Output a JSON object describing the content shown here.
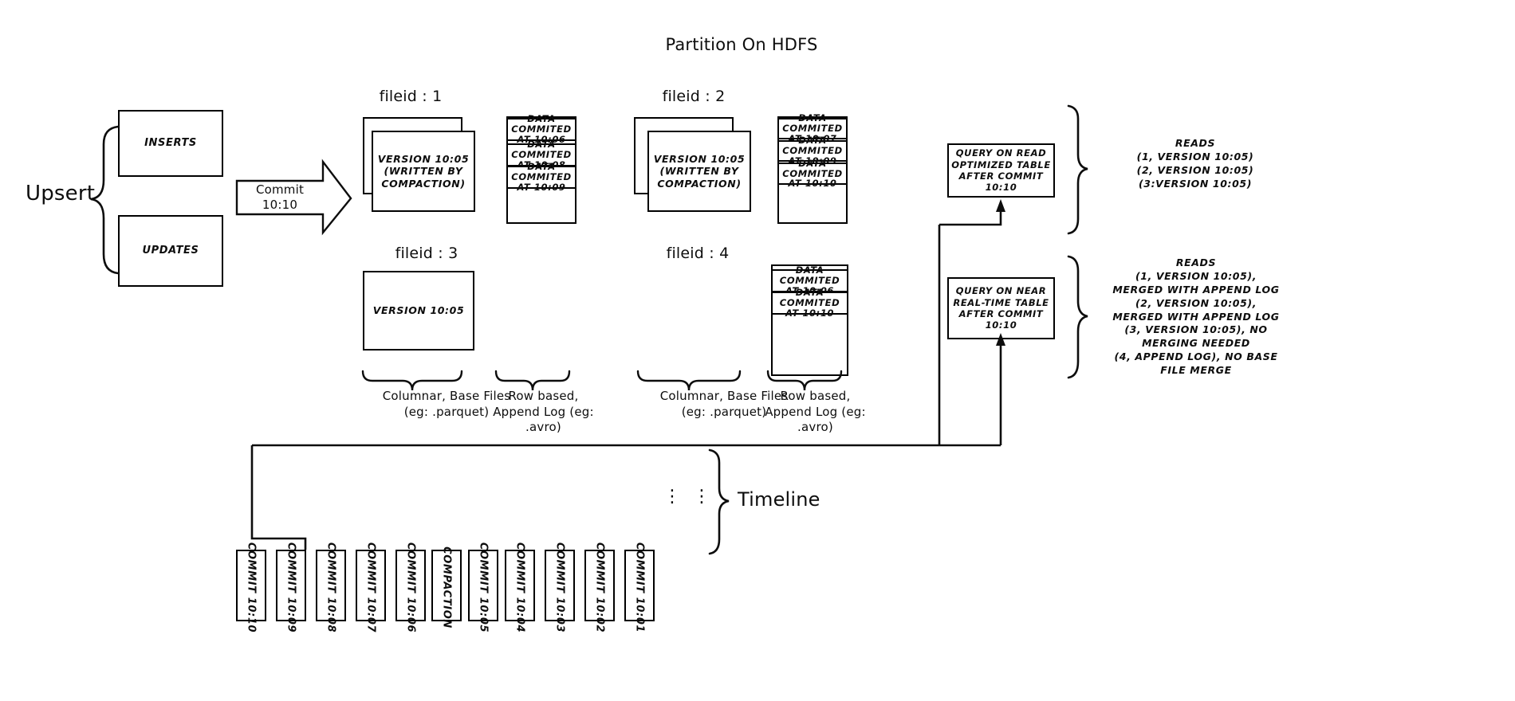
{
  "title": "Partition On HDFS",
  "upsert": {
    "label": "Upsert",
    "inserts": "INSERTS",
    "updates": "UPDATES"
  },
  "commit_arrow": {
    "label": "Commit 10:10"
  },
  "filegroups": [
    {
      "id": "fileid-1",
      "heading": "fileid : 1",
      "base_text": "VERSION 10:05\n(WRITTEN BY\nCOMPACTION)",
      "stacked": true,
      "log_entries": [
        "DATA COMMITED\nAT 10:06",
        "DATA COMMITED\nAT 10:08",
        "DATA COMMITED\nAT 10:09"
      ]
    },
    {
      "id": "fileid-2",
      "heading": "fileid : 2",
      "base_text": "VERSION 10:05\n(WRITTEN BY\nCOMPACTION)",
      "stacked": true,
      "log_entries": [
        "DATA COMMITED\nAT 10:07",
        "DATA COMMITED\nAT 10:09",
        "DATA COMMITED\nAT 10:10"
      ]
    },
    {
      "id": "fileid-3",
      "heading": "fileid : 3",
      "base_text": "VERSION 10:05",
      "stacked": false,
      "log_entries": []
    },
    {
      "id": "fileid-4",
      "heading": "fileid : 4",
      "base_text": "",
      "stacked": false,
      "log_entries": [
        "DATA COMMITED\nAT 10:06",
        "DATA COMMITED\nAT 10:10"
      ]
    }
  ],
  "captions": {
    "columnar_left": "Columnar, Base Files\n(eg: .parquet)",
    "rowlog_left": "Row based,\nAppend Log  (eg:\n.avro)",
    "columnar_right": "Columnar, Base Files\n(eg: .parquet)",
    "rowlog_right": "Row based,\nAppend Log  (eg:\n.avro)"
  },
  "queries": {
    "read_optimized": "QUERY ON READ\nOPTIMIZED TABLE\nAFTER COMMIT\n10:10",
    "near_realtime": "QUERY ON NEAR\nREAL-TIME TABLE\nAFTER COMMIT\n10:10"
  },
  "reads": {
    "read_optimized": "READS\n(1, VERSION 10:05)\n(2, VERSION 10:05)\n(3:VERSION 10:05)",
    "near_realtime": "READS\n(1, VERSION 10:05),\nMERGED WITH APPEND LOG\n(2, VERSION 10:05),\nMERGED WITH APPEND LOG\n(3, VERSION 10:05), NO\nMERGING NEEDED\n(4, APPEND LOG), NO BASE\nFILE MERGE"
  },
  "timeline": {
    "label": "Timeline",
    "ellipsis": [
      "⋮",
      "⋮"
    ],
    "items": [
      "COMMIT  10:10",
      "COMMIT  10:09",
      "COMMIT  10:08",
      "COMMIT  10:07",
      "COMMIT  10:06",
      "COMPACTION",
      "COMMIT  10:05",
      "COMMIT  10:04",
      "COMMIT  10:03",
      "COMMIT  10:02",
      "COMMIT  10:01"
    ]
  },
  "colors": {
    "ink": "#0d0d0d",
    "paper": "#ffffff"
  }
}
